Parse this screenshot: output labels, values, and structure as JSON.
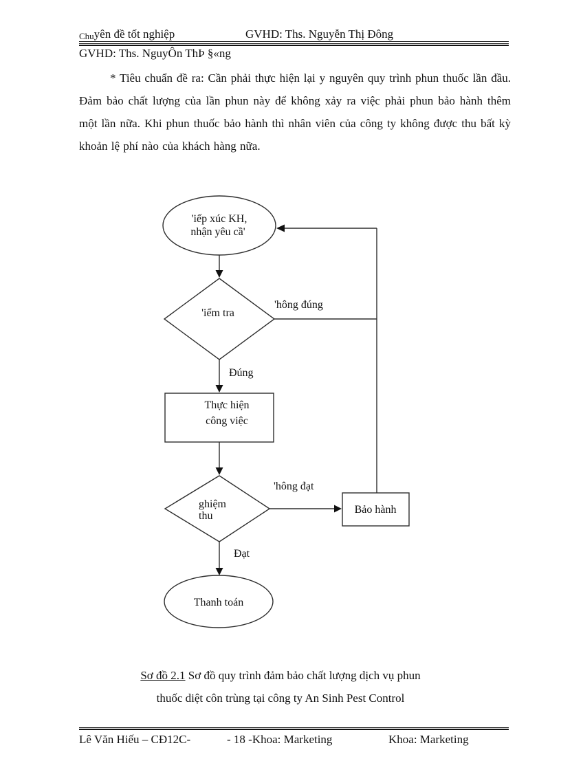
{
  "header": {
    "title_prefix": "Chu",
    "title_rest": "yên đề tốt nghiệp",
    "advisor": "GVHD: Ths. Nguyễn Thị Đông",
    "advisor_line2": "GVHD: Ths. NguyÔn ThÞ §«ng"
  },
  "paragraph": {
    "text": "* Tiêu chuẩn đề ra: Cần phải thực hiện lại y nguyên quy trình phun thuốc lần đầu. Đảm bảo chất lượng của lần phun này để không xảy ra việc phải phun bảo hành thêm một lần nữa. Khi phun thuốc bảo hành thì nhân viên của công ty không được thu bất kỳ khoản lệ phí nào của khách hàng nữa."
  },
  "flowchart": {
    "start_line1": "'iếp xúc KH,",
    "start_line2": "nhận yêu cầ'",
    "decision1": "'iểm tra",
    "label_wrong": "'hông đúng",
    "label_right": "Đúng",
    "process_line1": "Thực hiện",
    "process_line2": "công việc",
    "decision2_line1": "ghiệm",
    "decision2_line2": "thu",
    "label_fail": "'hông đạt",
    "label_pass": "Đạt",
    "warranty": "Bảo hành",
    "end": "Thanh toán"
  },
  "caption": {
    "label": "Sơ đồ 2.1",
    "line1_rest": " Sơ đồ quy trình đảm bảo chất lượng dịch vụ phun",
    "line2": "thuốc diệt côn trùng tại công ty An Sinh Pest Control"
  },
  "footer": {
    "left": "Lê Văn Hiếu – CĐ12C-",
    "center": "- 18 -Khoa: Marketing",
    "right": "Khoa: Marketing"
  },
  "colors": {
    "ink": "#111111",
    "paper": "#ffffff"
  }
}
